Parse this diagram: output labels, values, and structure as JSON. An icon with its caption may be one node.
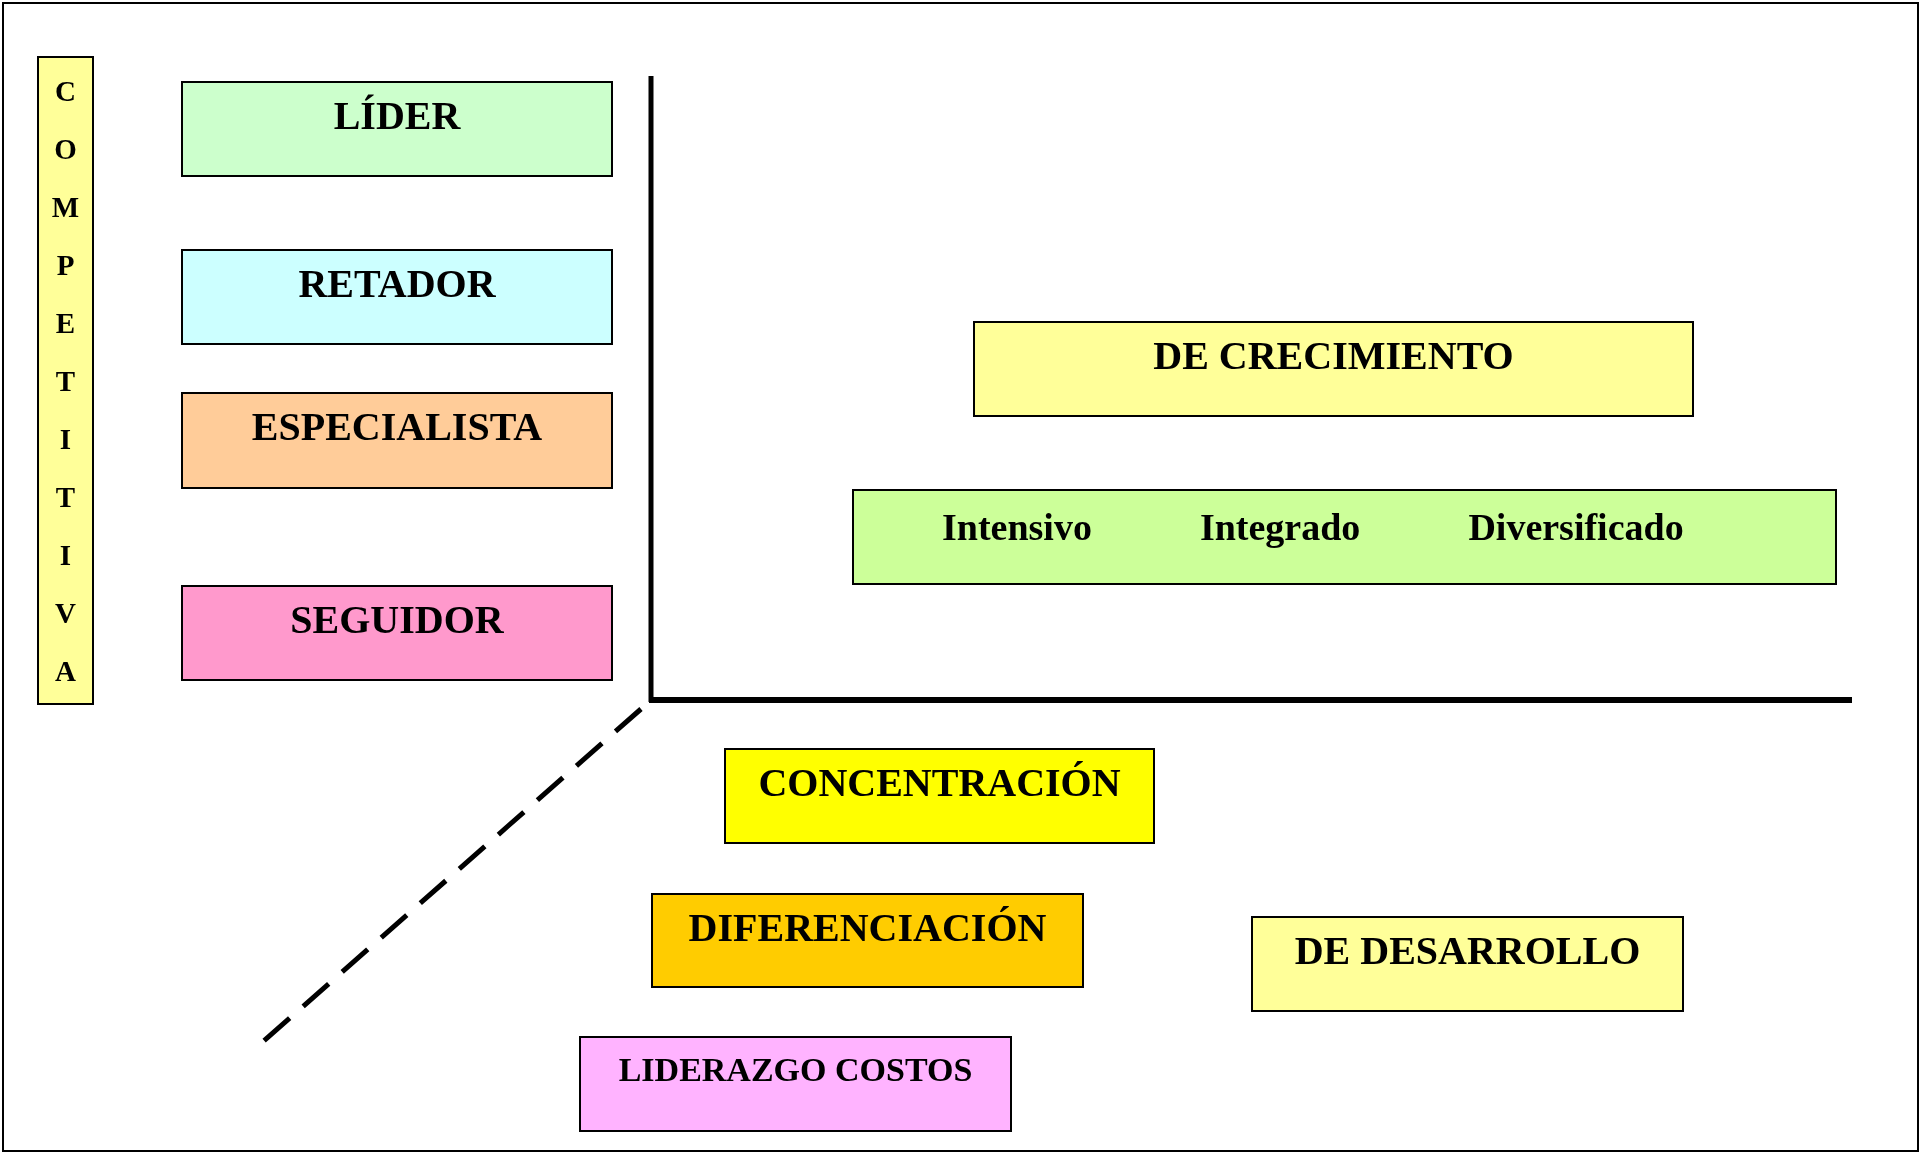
{
  "diagram": {
    "nodes": [
      {
        "text": [
          "COMPETITIVA"
        ]
      },
      {
        "text": [
          "LÍDER"
        ]
      },
      {
        "text": [
          "RETADOR"
        ]
      },
      {
        "text": [
          "ESPECIALISTA"
        ]
      },
      {
        "text": [
          "SEGUIDOR"
        ]
      },
      {
        "text": [
          "DE CRECIMIENTO"
        ]
      },
      {
        "text": [
          "Intensivo",
          "Integrado",
          "Diversificado"
        ]
      },
      {
        "text": [
          "CONCENTRACIÓN"
        ]
      },
      {
        "text": [
          "DIFERENCIACIÓN"
        ]
      },
      {
        "text": [
          "DE DESARROLLO"
        ]
      },
      {
        "text": [
          "LIDERAZGO COSTOS"
        ]
      }
    ]
  }
}
